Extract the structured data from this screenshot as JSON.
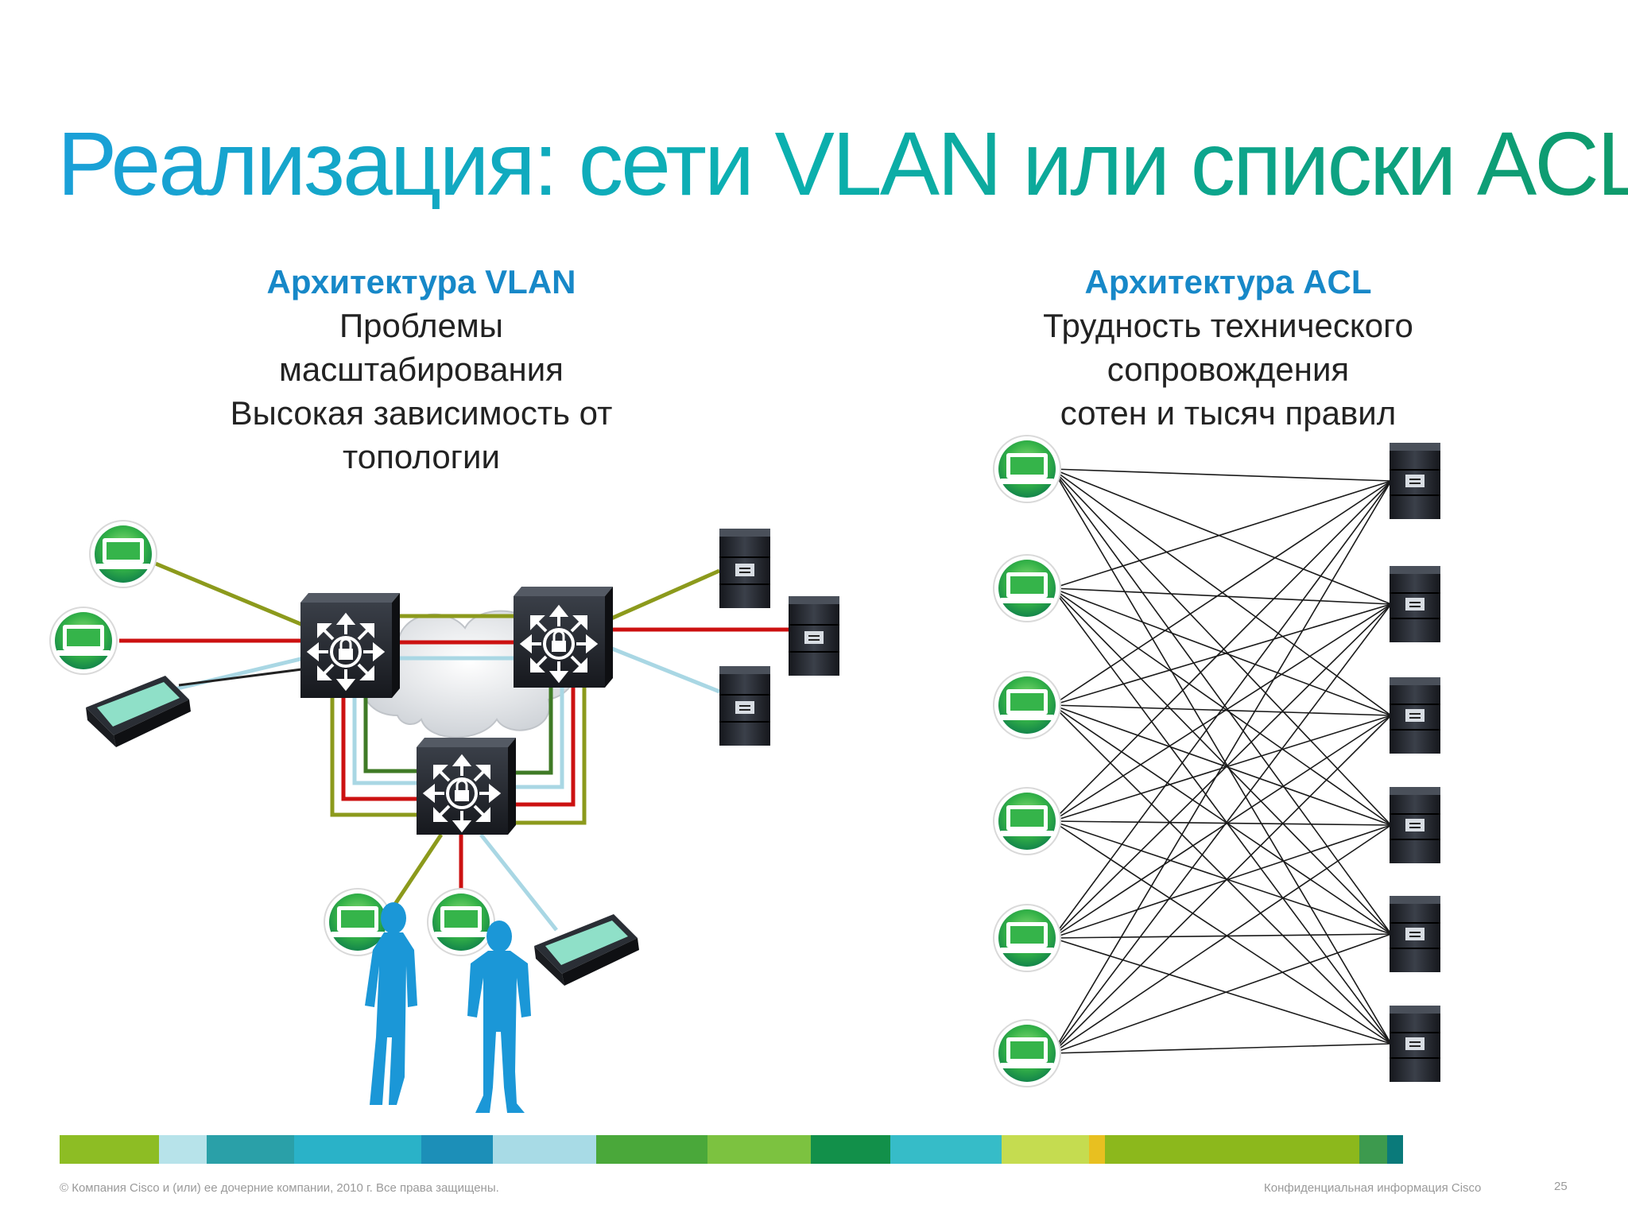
{
  "slide": {
    "title": "Реализация: сети VLAN или списки ACL",
    "page_number": "25"
  },
  "vlan": {
    "heading": "Архитектура VLAN",
    "lines": [
      "Проблемы",
      "масштабирования",
      "Высокая зависимость от",
      "топологии"
    ]
  },
  "acl": {
    "heading": "Архитектура ACL",
    "lines": [
      "Трудность технического",
      "сопровождения",
      "сотен и тысяч  правил"
    ]
  },
  "footer": {
    "copyright": "© Компания Cisco и (или) ее дочерние компании, 2010 г. Все права защищены.",
    "confidential": "Конфиденциальная информация Cisco",
    "bar_colors": [
      "#8dbd24",
      "#b7e3ea",
      "#2aa0a8",
      "#2ab2c8",
      "#1c8fb8",
      "#a8dbe6",
      "#4aa83a",
      "#7cc240",
      "#12904a",
      "#36bcc8",
      "#c5dc50",
      "#e8c020",
      "#8cb81c",
      "#3d9a4e",
      "#0a7a7a"
    ]
  },
  "icons": {
    "client": "laptop-icon",
    "server": "server-icon",
    "switch": "security-switch-icon",
    "scanner": "scanner-icon",
    "user": "person-icon",
    "network": "cloud-icon"
  },
  "colors": {
    "link_olive": "#8c9a1c",
    "link_red": "#cc1111",
    "link_lightblue": "#a9d7e4",
    "link_darkgreen": "#3f7a26",
    "person": "#1b97d7",
    "client_green": "#2faa43"
  }
}
